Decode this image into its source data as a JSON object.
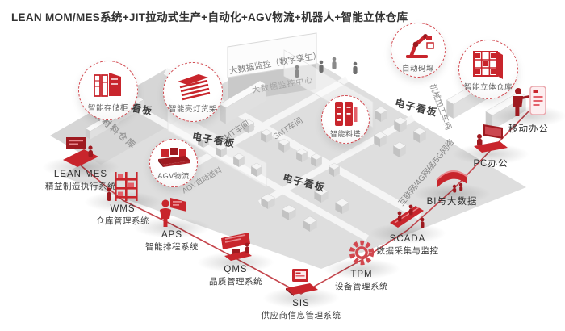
{
  "title": "LEAN MOM/MES系统+JIT拉动式生产+自动化+AGV物流+机器人+智能立体仓库",
  "colors": {
    "accent_red": "#c8252c",
    "dark_red": "#9e1a20",
    "dashed_circle_red": "#d2474e",
    "line_red": "#c23b42",
    "floor_gray": "#dedede",
    "text_dark": "#333333",
    "text_gray": "#8e8e8e"
  },
  "callouts": [
    {
      "id": "smart-storage-cabinet",
      "label": "智能存储柜"
    },
    {
      "id": "smart-light-shelf",
      "label": "智能亮灯货架"
    },
    {
      "id": "auto-palletizing",
      "label": "自动码垛"
    },
    {
      "id": "smart-3d-warehouse",
      "label": "智能立体仓库"
    },
    {
      "id": "smart-material-tower",
      "label": "智能料塔"
    },
    {
      "id": "agv-logistics",
      "label": "AGV物流"
    }
  ],
  "nodes": [
    {
      "id": "lean-mes",
      "title": "LEAN MES",
      "subtitle": "精益制造执行系统"
    },
    {
      "id": "wms",
      "title": "WMS",
      "subtitle": "仓库管理系统"
    },
    {
      "id": "aps",
      "title": "APS",
      "subtitle": "智能排程系统"
    },
    {
      "id": "qms",
      "title": "QMS",
      "subtitle": "品质管理系统"
    },
    {
      "id": "sis",
      "title": "SIS",
      "subtitle": "供应商信息管理系统"
    },
    {
      "id": "tpm",
      "title": "TPM",
      "subtitle": "设备管理系统"
    },
    {
      "id": "scada",
      "title": "SCADA",
      "subtitle": "数据采集与监控"
    },
    {
      "id": "bi-bigdata",
      "title": "BI与大数据",
      "subtitle": ""
    },
    {
      "id": "pc-office",
      "title": "PC办公",
      "subtitle": ""
    },
    {
      "id": "mobile-office",
      "title": "移动办公",
      "subtitle": ""
    }
  ],
  "floor_labels": [
    {
      "id": "ekanban-left",
      "text": "电子看板"
    },
    {
      "id": "ekanban-center",
      "text": "电子看板"
    },
    {
      "id": "ekanban-bottom",
      "text": "电子看板"
    },
    {
      "id": "ekanban-right",
      "text": "电子看板"
    },
    {
      "id": "raw-material-warehouse",
      "text": "原材料仓库"
    },
    {
      "id": "bigdata-monitor-twin",
      "text": "大数据监控（数字孪生）"
    },
    {
      "id": "bigdata-monitor-center",
      "text": "大数据监控中心"
    },
    {
      "id": "smt-workshop-1",
      "text": "SMT车间"
    },
    {
      "id": "smt-workshop-2",
      "text": "SMT车间"
    },
    {
      "id": "agv-auto-feed",
      "text": "AGV自动送料"
    },
    {
      "id": "machining-workshop",
      "text": "机械加工车间"
    },
    {
      "id": "network",
      "text": "互联网/4G网络/5G网络"
    }
  ]
}
